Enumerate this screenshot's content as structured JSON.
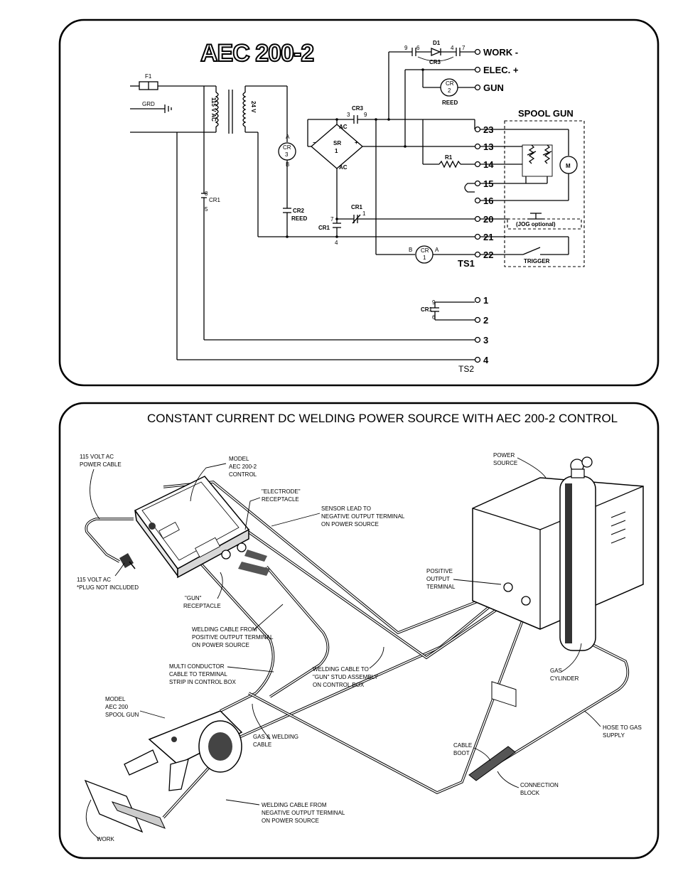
{
  "schematic": {
    "title": "AEC 200-2",
    "fuse_label": "F1",
    "ground_label": "GRD",
    "primary_voltage": "115 V AC",
    "secondary_voltage": "24 V",
    "cr3_coil": [
      "A",
      "CR",
      "3",
      "B"
    ],
    "cr2_label": [
      "CR2",
      "REED"
    ],
    "cr3_contact": [
      "CR3",
      "3",
      "9"
    ],
    "rectifier": {
      "ac_top": "AC",
      "ac_bottom": "AC",
      "minus": "−",
      "plus": "+",
      "sr": "SR",
      "sr_num": "1"
    },
    "cr1_contact_a": [
      "CR1",
      "1"
    ],
    "cr1_contact_b": [
      "7",
      "CR1",
      "4"
    ],
    "cr1_side": [
      "8",
      "CR1",
      "5"
    ],
    "r1": "R1",
    "diode": {
      "pins_left": [
        "9",
        "6"
      ],
      "label": "D1",
      "pins_right": [
        "4",
        "7"
      ],
      "cr": "CR3"
    },
    "reed_coil": [
      "CR",
      "2",
      "REED"
    ],
    "cr1_coil": [
      "B",
      "CR",
      "1",
      "A"
    ],
    "cr1_aux": [
      "9",
      "CR1",
      "6"
    ],
    "outputs": [
      "WORK -",
      "ELEC. +",
      "GUN"
    ],
    "ts1_terminals": [
      "23",
      "13",
      "14",
      "15",
      "16",
      "20",
      "21",
      "22"
    ],
    "ts1_label": "TS1",
    "ts2_terminals": [
      "1",
      "2",
      "3",
      "4"
    ],
    "ts2_label": "TS2",
    "spool_gun": {
      "title": "SPOOL GUN",
      "motor": "M",
      "jog": "(JOG optional)",
      "trigger": "TRIGGER"
    }
  },
  "pictorial": {
    "caption": "CONSTANT CURRENT DC WELDING POWER SOURCE WITH AEC 200-2 CONTROL",
    "labels": {
      "power_cable": [
        "115 VOLT AC",
        "POWER CABLE"
      ],
      "model_control": [
        "MODEL",
        "AEC 200-2",
        "CONTROL"
      ],
      "electrode_receptacle": [
        "\"ELECTRODE\"",
        "RECEPTACLE"
      ],
      "sensor_lead": [
        "SENSOR LEAD TO",
        "NEGATIVE OUTPUT TERMINAL",
        "ON POWER SOURCE"
      ],
      "power_source": [
        "POWER",
        "SOURCE"
      ],
      "plug": [
        "115 VOLT AC",
        "*PLUG NOT INCLUDED"
      ],
      "positive_output": [
        "POSITIVE",
        "OUTPUT",
        "TERMINAL"
      ],
      "gun_receptacle": [
        "\"GUN\"",
        "RECEPTACLE"
      ],
      "cable_positive": [
        "WELDING CABLE FROM",
        "POSITIVE OUTPUT TERMINAL",
        "ON POWER SOURCE"
      ],
      "multi_conductor": [
        "MULTI CONDUCTOR",
        "CABLE TO TERMINAL",
        "STRIP IN CONTROL BOX"
      ],
      "cable_gun_stud": [
        "WELDING CABLE TO",
        "\"GUN\" STUD ASSEMBLY",
        "ON CONTROL BOX"
      ],
      "gas_cylinder": [
        "GAS",
        "CYLINDER"
      ],
      "spool_gun": [
        "MODEL",
        "AEC 200",
        "SPOOL GUN"
      ],
      "hose": [
        "HOSE TO GAS",
        "SUPPLY"
      ],
      "gas_welding_cable": [
        "GAS & WELDING",
        "CABLE"
      ],
      "cable_boot": [
        "CABLE",
        "BOOT"
      ],
      "connection_block": [
        "CONNECTION",
        "BLOCK"
      ],
      "cable_negative": [
        "WELDING CABLE FROM",
        "NEGATIVE OUTPUT TERMINAL",
        "ON POWER SOURCE"
      ],
      "work": [
        "WORK"
      ]
    }
  }
}
